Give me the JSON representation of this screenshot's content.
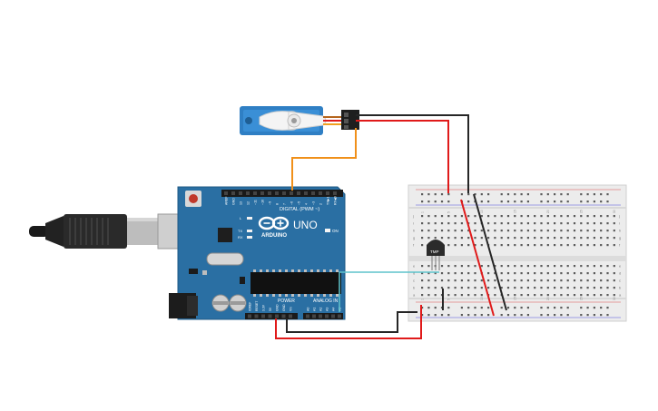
{
  "board": {
    "logo_text": "ARDUINO",
    "model": "UNO",
    "digital_header_label": "DIGITAL (PWM ~)",
    "power_header_label": "POWER",
    "analog_header_label": "ANALOG IN",
    "on_label": "ON",
    "led_labels": [
      "L",
      "TX",
      "RX"
    ],
    "power_pins": [
      "IOREF",
      "RESET",
      "3.3V",
      "5V",
      "GND",
      "GND",
      "Vin"
    ],
    "analog_pins": [
      "A0",
      "A1",
      "A2",
      "A3",
      "A4",
      "A5"
    ],
    "digital_pins": [
      "AREF",
      "GND",
      "13",
      "12",
      "~11",
      "~10",
      "~9",
      "8",
      "7",
      "~6",
      "~5",
      "4",
      "~3",
      "2",
      "TX▶1",
      "RX◀0"
    ]
  },
  "sensor": {
    "label": "TMP"
  },
  "breadboard": {
    "row_letters_top": [
      "j",
      "i",
      "h",
      "g",
      "f"
    ],
    "row_letters_bottom": [
      "e",
      "d",
      "c",
      "b",
      "a"
    ],
    "column_numbers": [
      "1",
      "5",
      "10",
      "15",
      "20",
      "25",
      "30"
    ]
  },
  "wire_colors": {
    "power": "#e01a1a",
    "ground": "#262626",
    "signal_servo": "#f0901a",
    "signal_sensor": "#5fc4cc"
  }
}
